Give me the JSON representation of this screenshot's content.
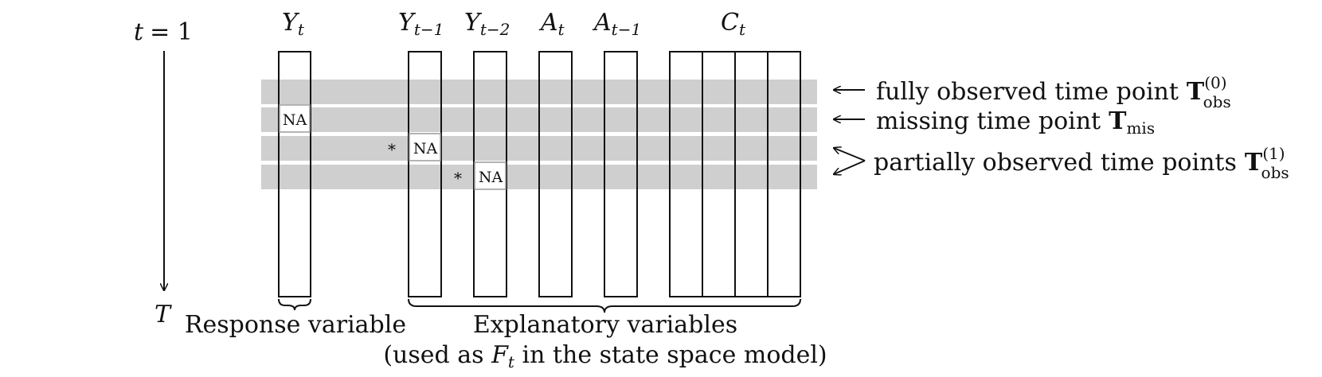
{
  "time_axis": {
    "start_var": "t",
    "start_eq": "= 1",
    "end_label": "T"
  },
  "columns": {
    "y_t": {
      "base": "Y",
      "sub": "t"
    },
    "y_tm1": {
      "base": "Y",
      "sub": "t−1"
    },
    "y_tm2": {
      "base": "Y",
      "sub": "t−2"
    },
    "a_t": {
      "base": "A",
      "sub": "t"
    },
    "a_tm1": {
      "base": "A",
      "sub": "t−1"
    },
    "c_t": {
      "base": "C",
      "sub": "t"
    }
  },
  "cells": {
    "na": "NA",
    "marker": "*"
  },
  "annotations": {
    "full": {
      "text": "fully observed time point",
      "sym": "T",
      "sub": "obs",
      "sup": "(0)"
    },
    "missing": {
      "text": "missing time point",
      "sym": "T",
      "sub": "mis"
    },
    "partial": {
      "text": "partially observed time points",
      "sym": "T",
      "sub": "obs",
      "sup": "(1)"
    }
  },
  "groups": {
    "response": "Response variable",
    "explanatory": "Explanatory variables",
    "explanatory_note_pre": "(used as ",
    "explanatory_note_var": "F",
    "explanatory_note_sub": "t",
    "explanatory_note_post": " in the state space model)"
  },
  "colors": {
    "band": "#cfcfcf",
    "line": "#111111"
  }
}
